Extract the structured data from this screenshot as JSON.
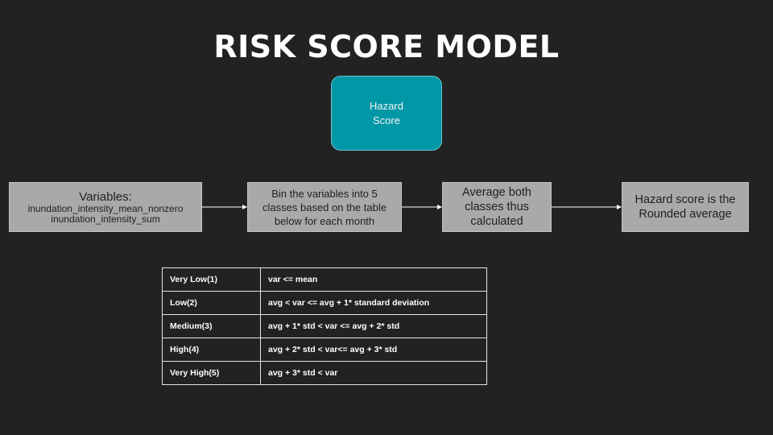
{
  "title": "RISK SCORE MODEL",
  "hazard_box": {
    "line1": "Hazard",
    "line2": "Score"
  },
  "flow": {
    "variables": {
      "heading": "Variables:",
      "items": [
        "inundation_intensity_mean_nonzero",
        "inundation_intensity_sum"
      ]
    },
    "bin": "Bin the variables into 5 classes based on the table below for each month",
    "average": "Average both classes thus calculated",
    "final": "Hazard score is the Rounded average"
  },
  "classes_table": [
    {
      "class": "Very Low(1)",
      "rule": "var  <= mean"
    },
    {
      "class": "Low(2)",
      "rule": "avg <  var <= avg + 1* standard deviation"
    },
    {
      "class": "Medium(3)",
      "rule": "avg + 1* std < var <= avg + 2* std"
    },
    {
      "class": "High(4)",
      "rule": "avg + 2* std < var<= avg + 3* std"
    },
    {
      "class": "Very High(5)",
      "rule": "avg + 3* std < var"
    }
  ],
  "colors": {
    "background": "#222222",
    "hazard_box": "#0097a7",
    "flow_box": "#a9a9a9",
    "text": "#ffffff"
  }
}
